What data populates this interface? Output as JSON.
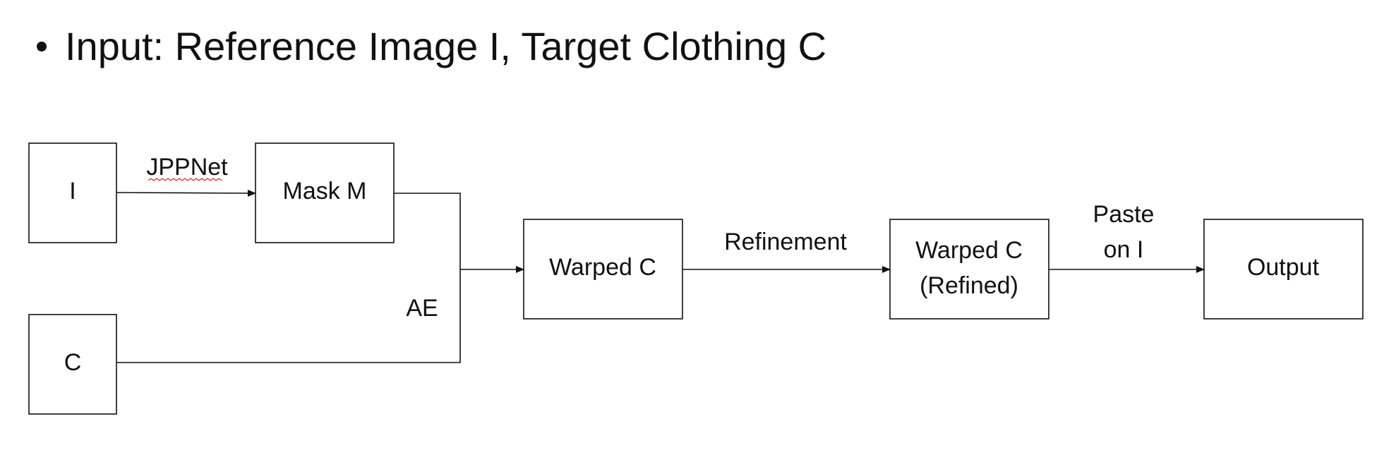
{
  "slide": {
    "bullet_text": "Input: Reference Image I, Target Clothing C"
  },
  "nodes": {
    "input_i": "I",
    "mask_m": "Mask M",
    "input_c": "C",
    "warped_c": "Warped C",
    "warped_refined_line1": "Warped C",
    "warped_refined_line2": "(Refined)",
    "output": "Output"
  },
  "edges": {
    "jppnet": "JPPNet",
    "ae": "AE",
    "refinement": "Refinement",
    "paste_line1": "Paste",
    "paste_line2": "on I"
  },
  "colors": {
    "stroke": "#111111",
    "spellcheck_underline": "#d9272e"
  }
}
